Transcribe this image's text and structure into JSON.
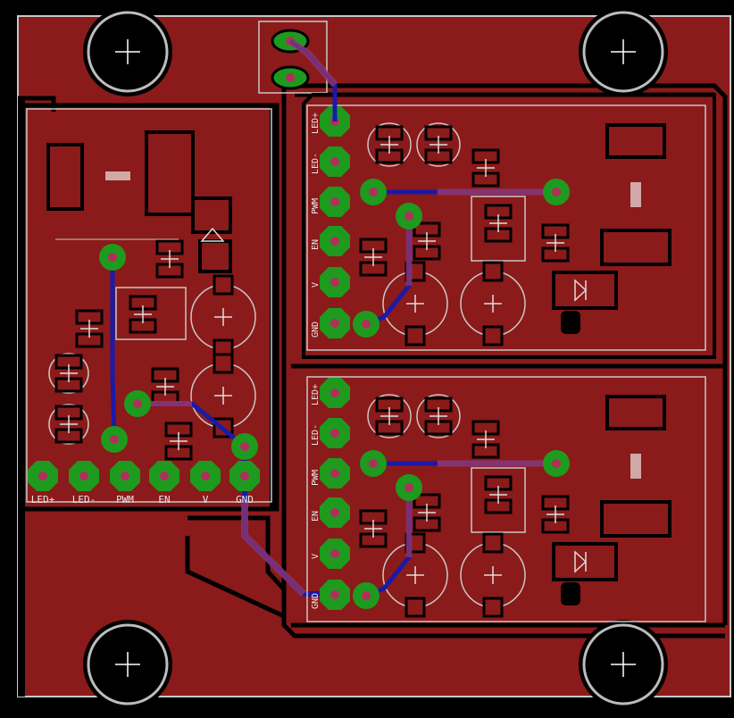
{
  "board": {
    "copper_color": "#8b1a1a",
    "outline_color": "#c8c8c8",
    "pad_color": "#1e9a1e",
    "drill_color": "#b0305a",
    "bottom_trace_color": "#1a1aa8",
    "top_trace_color": "#9b3a6a",
    "background_color": "#000000"
  },
  "connector_labels": {
    "main": [
      "LED+",
      "LED-",
      "PWM",
      "EN",
      "V",
      "GND"
    ],
    "module_top": [
      "LED+",
      "LED-",
      "PWM",
      "EN",
      "V",
      "GND"
    ],
    "module_bottom": [
      "LED+",
      "LED-",
      "PWM",
      "EN",
      "V",
      "GND"
    ]
  },
  "icons": {
    "mounting_hole": "crosshair-circle-icon",
    "via": "via-icon",
    "pad": "octagon-pad-icon",
    "diode": "diode-icon",
    "capacitor": "capacitor-icon"
  }
}
